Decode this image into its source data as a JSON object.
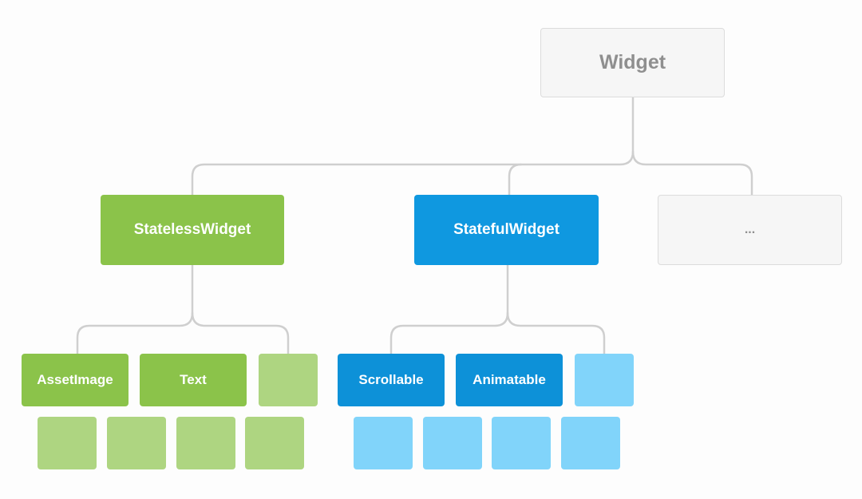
{
  "nodes": {
    "root": "Widget",
    "stateless": "StatelessWidget",
    "stateful": "StatefulWidget",
    "more": "...",
    "asset_image": "AssetImage",
    "text": "Text",
    "scrollable": "Scrollable",
    "animatable": "Animatable"
  },
  "colors": {
    "stateless_green": "#8bc34a",
    "stateless_light_green": "#aed581",
    "stateful_blue": "#0f98e0",
    "stateful_light_blue": "#81d4fa",
    "neutral_gray_box": "#f6f6f6",
    "connector_gray": "#cfcfcf"
  }
}
